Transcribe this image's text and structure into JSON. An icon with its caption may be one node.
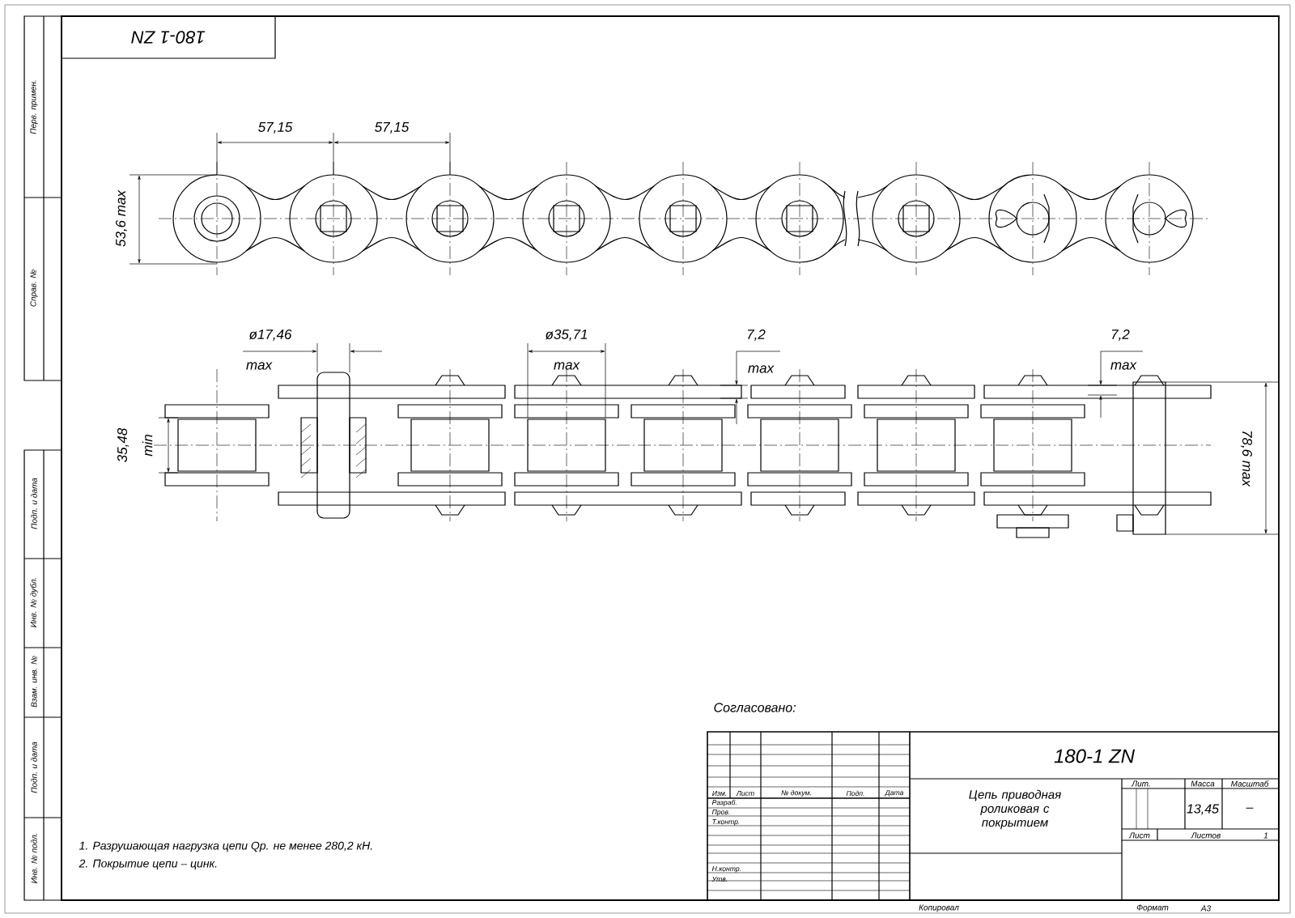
{
  "diagram": {
    "labels": [
      "180-1 ZN",
      "Перв. примен.",
      "Справ. №",
      "Подп. и дата",
      "Инв. № дубл.",
      "Взам. инв. №",
      "Подп. и дата",
      "Инв. № подл.",
      "57,15",
      "57,15",
      "53,6 max",
      "ø17,46",
      "max",
      "ø35,71",
      "max",
      "7,2",
      "max",
      "7,2",
      "max",
      "35,48",
      "min",
      "78,6 max",
      "Согласовано:",
      "Изм.",
      "Лист",
      "№ докум.",
      "Подп.",
      "Дата",
      "Разраб.",
      "Пров.",
      "Т.контр.",
      "Н.контр.",
      "Утв.",
      "180-1 ZN",
      "Цепь приводная роликовая с покрытием",
      "Лит.",
      "Масса",
      "Масштаб",
      "13,45",
      "–",
      "Лист",
      "Листов",
      "1",
      "1. Разрушающая нагрузка цепи Qр. не менее 280,2 кН.",
      "2. Покрытие цепи – цинк.",
      "Копировал",
      "Формат",
      "А3"
    ]
  }
}
